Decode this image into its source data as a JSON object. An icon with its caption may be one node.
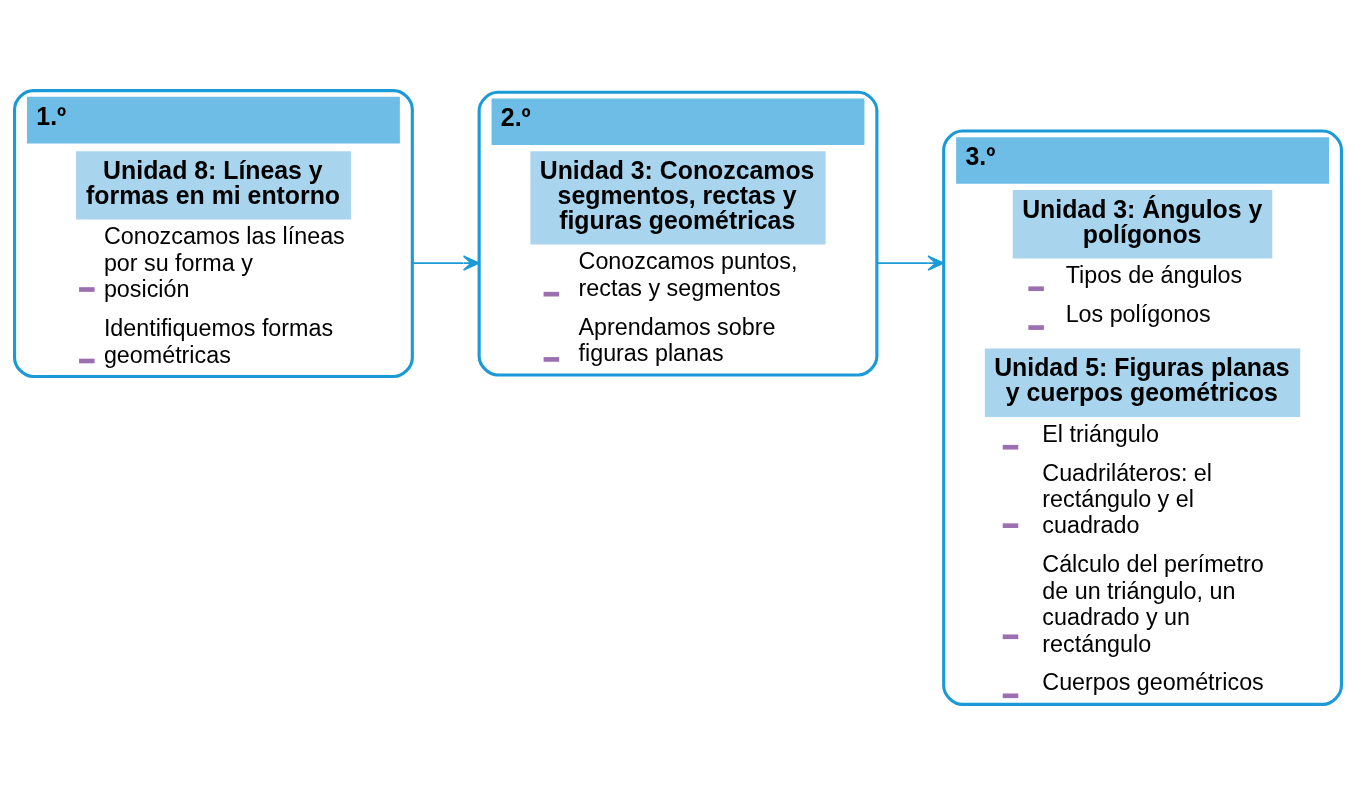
{
  "diagram": {
    "nodes": [
      {
        "text": [
          "1.º"
        ]
      },
      {
        "text": [
          "Unidad 8: Líneas y formas en mi entorno",
          "Conozcamos las líneas por su forma y posición",
          "Identifiquemos formas geométricas"
        ],
        "in": 0
      },
      {
        "text": [
          "2.º"
        ]
      },
      {
        "text": [
          "Unidad 3: Conozcamos segmentos, rectas y figuras geométricas",
          "Conozcamos puntos, rectas y segmentos",
          "Aprendamos sobre figuras planas"
        ],
        "in": 2
      },
      {
        "text": [
          "3.º"
        ]
      },
      {
        "text": [
          "Unidad 3: Ángulos y polígonos",
          "Tipos de ángulos",
          "Los polígonos"
        ],
        "in": 4
      },
      {
        "text": [
          "Unidad 5: Figuras planas y cuerpos geométricos",
          "El triángulo",
          "Cuadriláteros: el rectángulo y el cuadrado",
          "Cálculo del perímetro de un triángulo, un cuadrado y un rectángulo",
          "Cuerpos geométricos"
        ],
        "in": 4
      }
    ],
    "edges": [
      {
        "from": 0,
        "to": 2,
        "arrow": "to"
      },
      {
        "from": 2,
        "to": 4,
        "arrow": "to"
      }
    ]
  }
}
